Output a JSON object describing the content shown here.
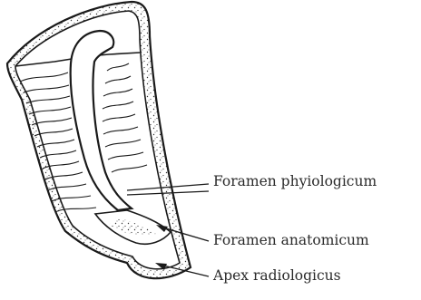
{
  "figure": {
    "labels": [
      {
        "id": "foramen-physiologicum",
        "text": "Foramen phyiologicum"
      },
      {
        "id": "foramen-anatomicum",
        "text": "Foramen anatomicum"
      },
      {
        "id": "apex-radiologicus",
        "text": "Apex radiologicus"
      }
    ],
    "colors": {
      "ink": "#1a1a1a",
      "fill": "#ffffff",
      "stipple": "#333333"
    }
  }
}
